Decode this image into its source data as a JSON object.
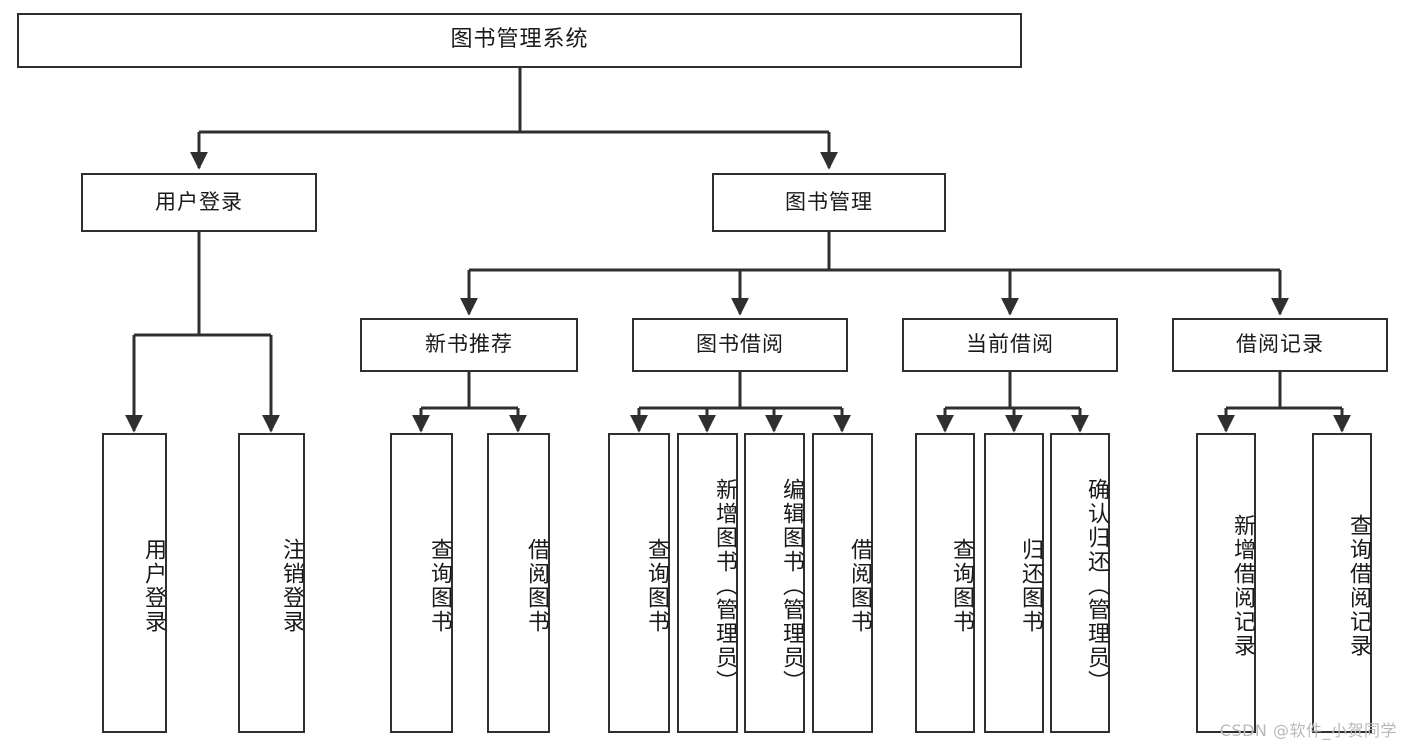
{
  "diagram": {
    "title": "图书管理系统",
    "type": "tree",
    "colors": {
      "box_border": "#2f2f2f",
      "box_fill": "#ffffff",
      "connector": "#2f2f2f",
      "text": "#1a1a1a",
      "watermark": "#b9b9b9"
    },
    "levels": {
      "root": {
        "label": "图书管理系统"
      },
      "level2": [
        {
          "label": "用户登录"
        },
        {
          "label": "图书管理"
        }
      ],
      "level3": [
        {
          "label": "新书推荐"
        },
        {
          "label": "图书借阅"
        },
        {
          "label": "当前借阅"
        },
        {
          "label": "借阅记录"
        }
      ],
      "leaves": {
        "user_login": [
          {
            "label": "用户登录"
          },
          {
            "label": "注销登录"
          }
        ],
        "new_book_recommend": [
          {
            "label": "查询图书"
          },
          {
            "label": "借阅图书"
          }
        ],
        "book_borrow": [
          {
            "label": "查询图书"
          },
          {
            "label": "新增图书（管理员）"
          },
          {
            "label": "编辑图书（管理员）"
          },
          {
            "label": "借阅图书"
          }
        ],
        "current_borrow": [
          {
            "label": "查询图书"
          },
          {
            "label": "归还图书"
          },
          {
            "label": "确认归还（管理员）"
          }
        ],
        "borrow_record": [
          {
            "label": "新增借阅记录"
          },
          {
            "label": "查询借阅记录"
          }
        ]
      }
    }
  },
  "watermark": {
    "text": "CSDN @软件_小贺同学"
  }
}
